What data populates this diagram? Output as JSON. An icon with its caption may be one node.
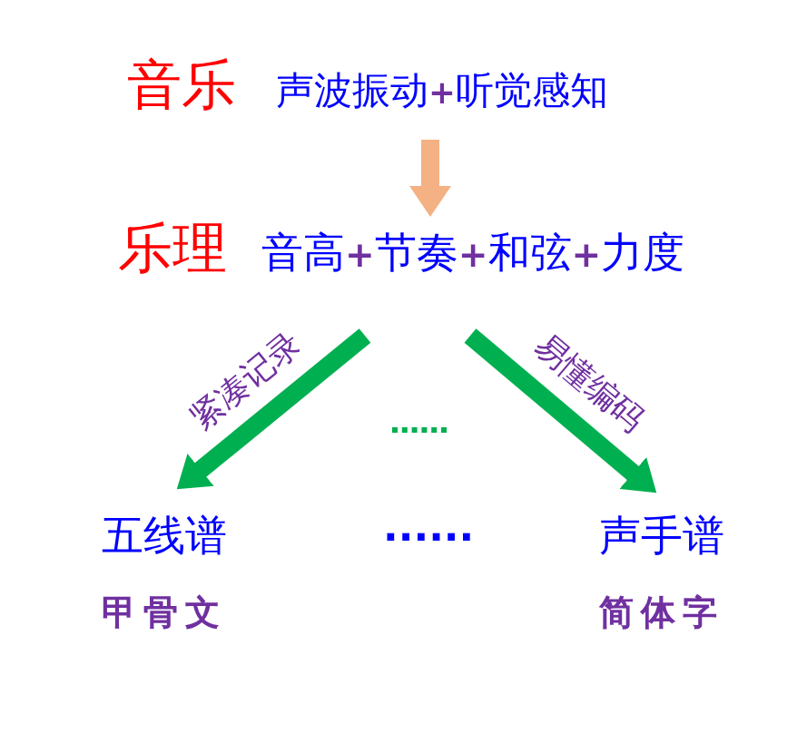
{
  "diagram": {
    "nodes": [
      {
        "text": [
          "音乐",
          "声波振动+听觉感知"
        ]
      },
      {
        "text": [
          "乐理",
          "音高+节奏+和弦+力度"
        ]
      },
      {
        "text": [
          "五线谱"
        ],
        "beside": [
          "甲骨文"
        ]
      },
      {
        "text": [
          "声手谱"
        ],
        "beside": [
          "简体字"
        ]
      }
    ],
    "edges": [
      {
        "from": 0,
        "to": 1,
        "arrow": "to",
        "color": "#f4b183"
      },
      {
        "from": 1,
        "to": 2,
        "arrow": "to",
        "label": "紧凑记录"
      },
      {
        "from": 1,
        "to": 3,
        "arrow": "to",
        "label": "易懂编码"
      }
    ],
    "labels": [
      "......"
    ]
  }
}
